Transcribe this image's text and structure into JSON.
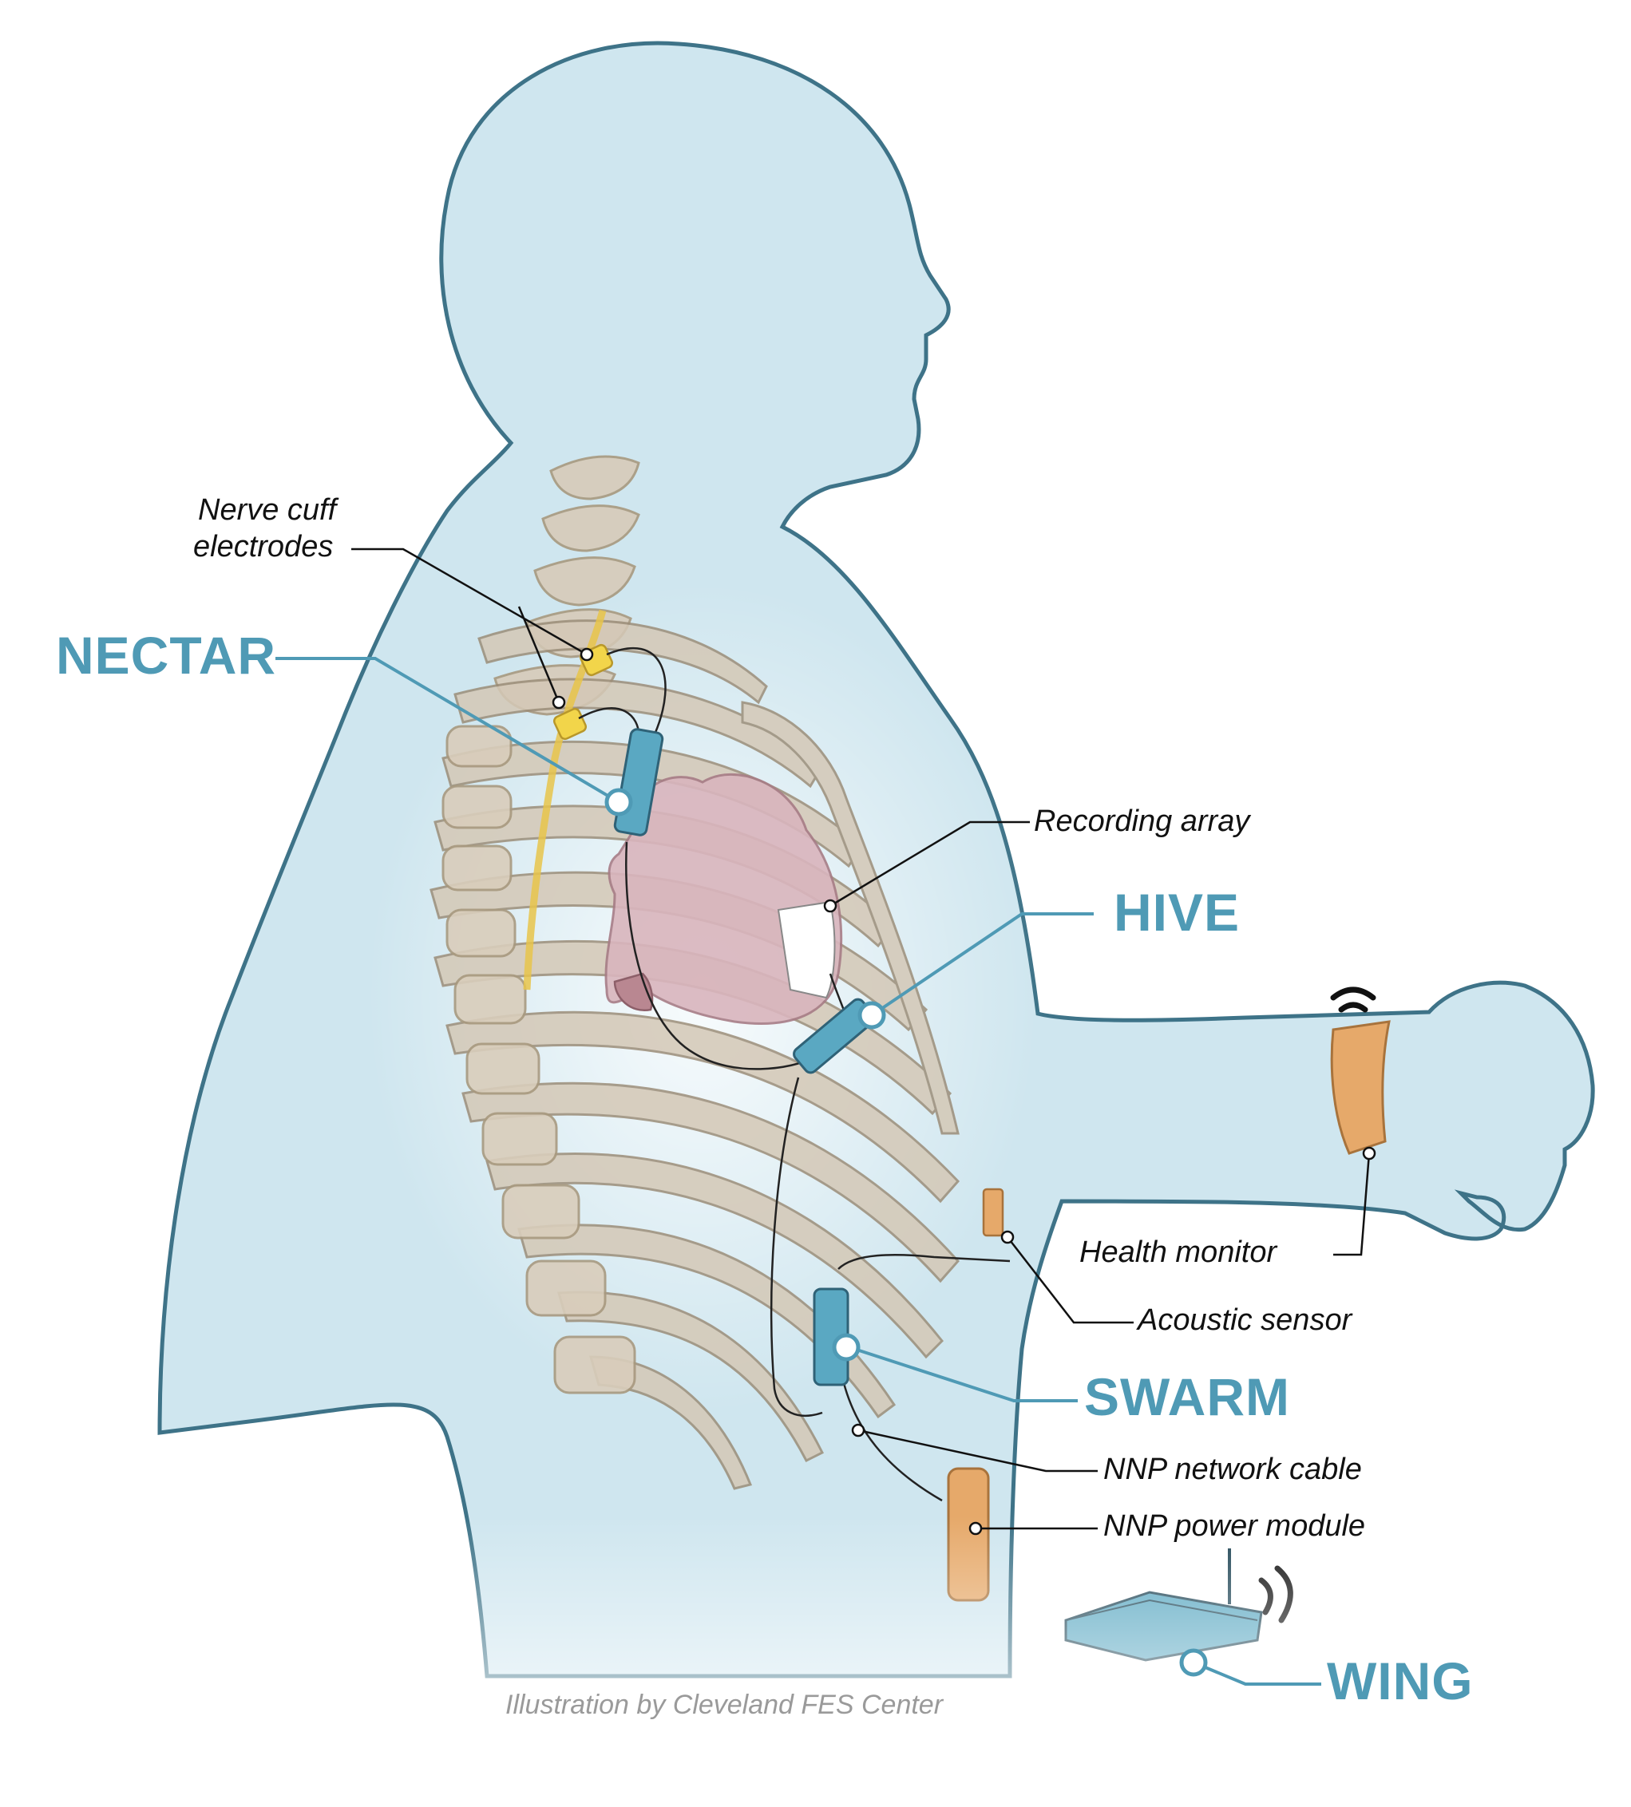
{
  "labels": {
    "nerve_cuff_line1": "Nerve cuff",
    "nerve_cuff_line2": "electrodes",
    "nectar": "NECTAR",
    "recording_array": "Recording array",
    "hive": "HIVE",
    "health_monitor": "Health monitor",
    "acoustic_sensor": "Acoustic sensor",
    "swarm": "SWARM",
    "network_cable": "NNP network cable",
    "power_module": "NNP power module",
    "wing": "WING"
  },
  "credit": "Illustration by Cleveland FES Center",
  "colors": {
    "body_fill": "#cfe6ef",
    "body_outline": "#3e7388",
    "bone": "#cfc2b0",
    "bone_outline": "#9b8d78",
    "heart": "#d9b5bd",
    "device_blue": "#5aa8c2",
    "accent_text": "#4f9ab5",
    "orange": "#e6a96a",
    "nerve_yellow": "#e8c44a"
  }
}
